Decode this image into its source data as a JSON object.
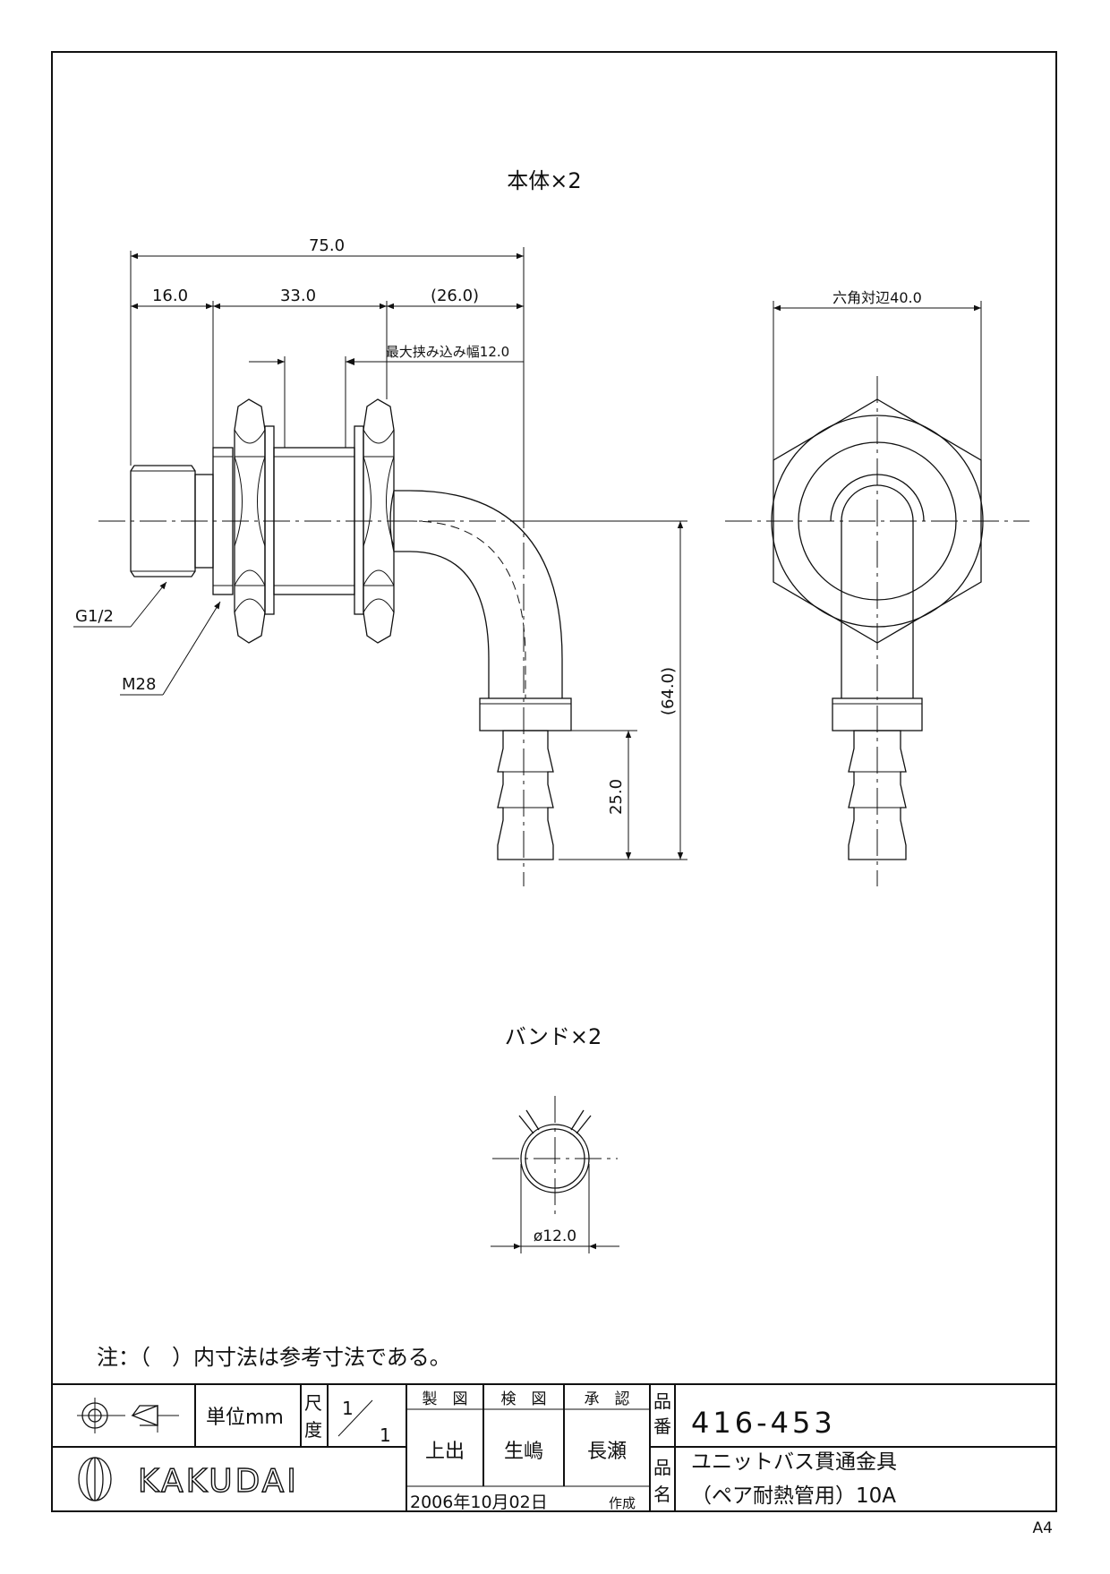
{
  "view_front": {
    "caption": "本体×2",
    "dims": {
      "total": "75.0",
      "seg1": "16.0",
      "seg2": "33.0",
      "seg3": "(26.0)",
      "clamp": "最大挟み込み幅12.0",
      "height": "(64.0)",
      "barb": "25.0"
    },
    "labels": {
      "thread": "G1/2",
      "nut": "M28"
    }
  },
  "view_side": {
    "hex": "六角対辺40.0"
  },
  "band": {
    "caption": "バンド×2",
    "diameter": "ø12.0"
  },
  "note": "注：（　）内寸法は参考寸法である。",
  "title_block": {
    "unit": "単位mm",
    "scale_label_1": "尺",
    "scale_label_2": "度",
    "scale_num": "1",
    "scale_den": "1",
    "drawn_h": "製　図",
    "checked_h": "検　図",
    "approved_h": "承　認",
    "drawn": "上出",
    "checked": "生嶋",
    "approved": "長瀬",
    "date": "2006年10月02日",
    "date_suffix": "作成",
    "pn_label_1": "品",
    "pn_label_2": "番",
    "part_no": "416-453",
    "name_label_1": "品",
    "name_label_2": "名",
    "name_1": "ユニットバス貫通金具",
    "name_2": "（ペア耐熱管用）10A",
    "brand": "KAKUDAI"
  },
  "paper_size": "A4"
}
